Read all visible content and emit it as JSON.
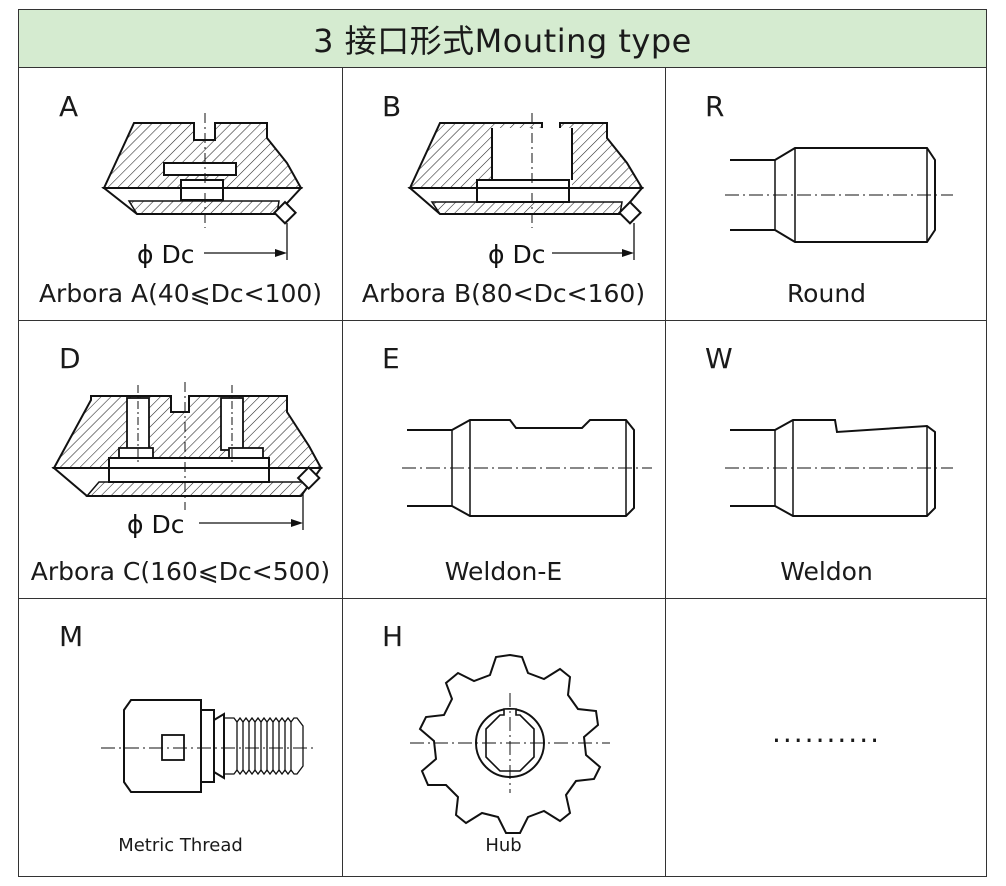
{
  "header": {
    "title": "3 接口形式Mouting type"
  },
  "cells": [
    {
      "letter": "A",
      "caption": "Arbora A(40⩽Dc<100)",
      "dim": "ϕ Dc"
    },
    {
      "letter": "B",
      "caption": "Arbora B(80<Dc<160)",
      "dim": "ϕ Dc"
    },
    {
      "letter": "R",
      "caption": "Round"
    },
    {
      "letter": "D",
      "caption": "Arbora C(160⩽Dc<500)",
      "dim": "ϕ Dc"
    },
    {
      "letter": "E",
      "caption": "Weldon-E"
    },
    {
      "letter": "W",
      "caption": "Weldon"
    },
    {
      "letter": "M",
      "caption": "Metric Thread"
    },
    {
      "letter": "H",
      "caption": "Hub"
    },
    {
      "letter": "",
      "caption": ""
    }
  ],
  "placeholder": {
    "text": ".........."
  },
  "colors": {
    "header_bg": "#d5ebd0",
    "line": "#333333"
  }
}
